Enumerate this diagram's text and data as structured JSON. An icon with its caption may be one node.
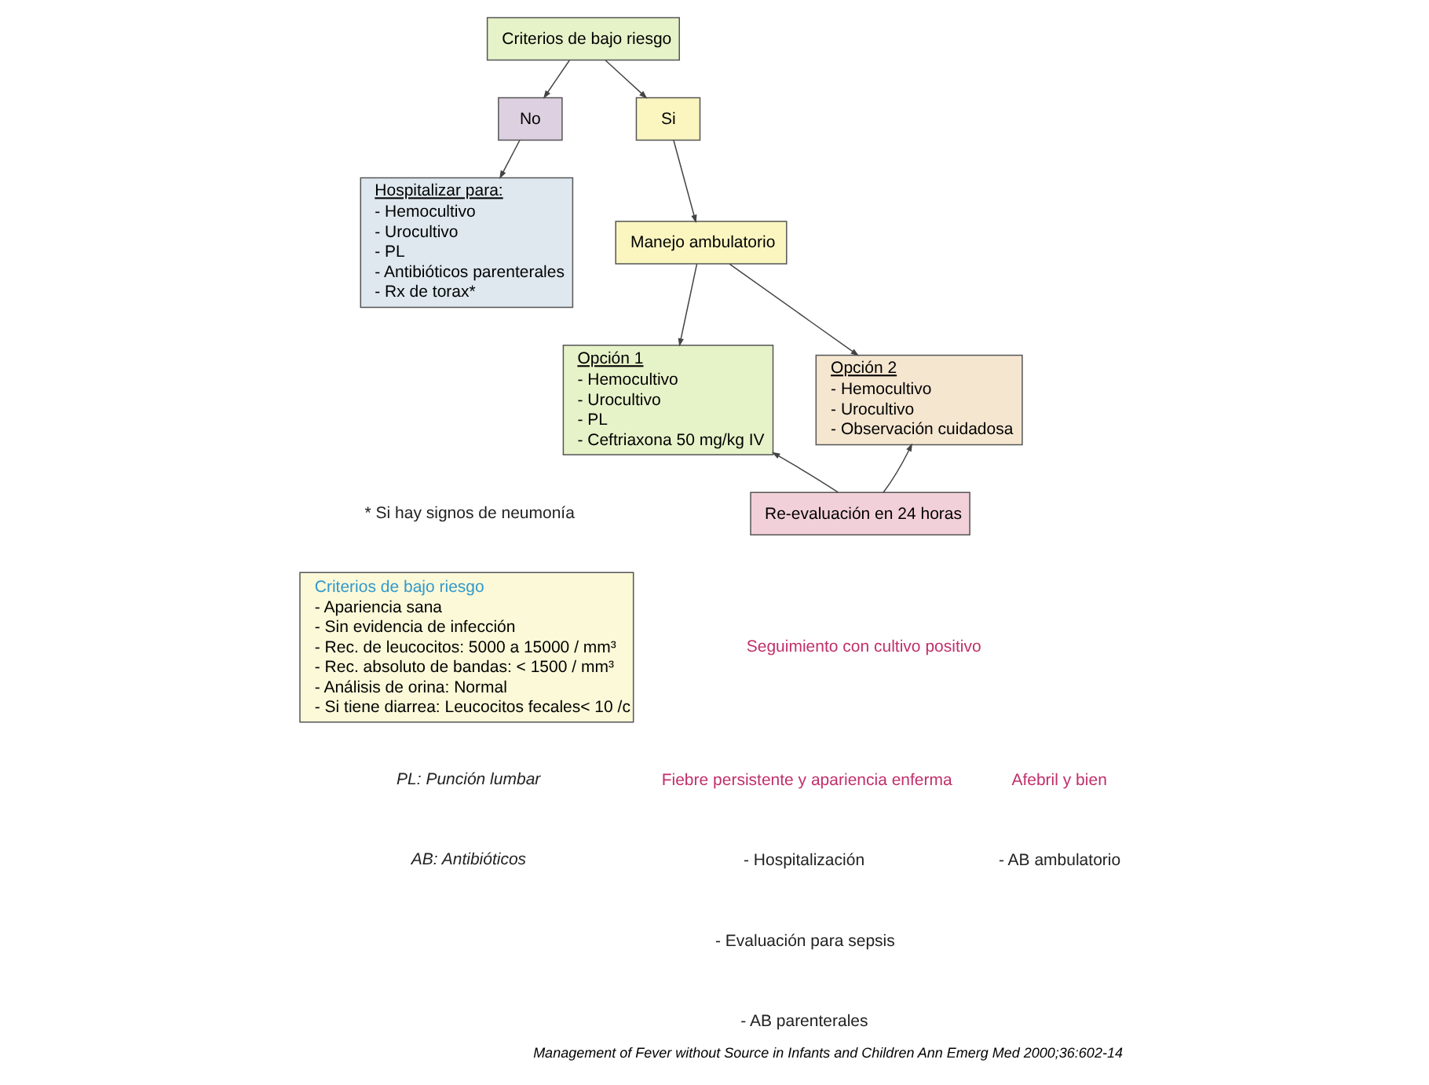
{
  "diagram": {
    "caption": "Management of Fever without Source in Infants and Children Ann Emerg Med 2000;36:602-14",
    "nodes": [
      {
        "text": [
          "Criterios de bajo riesgo"
        ]
      },
      {
        "text": [
          "No"
        ]
      },
      {
        "text": [
          "Si"
        ]
      },
      {
        "text": [
          "Hospitalizar para:",
          "- Hemocultivo",
          "- Urocultivo",
          "- PL",
          "- Antibióticos parenterales",
          "- Rx de torax*"
        ]
      },
      {
        "text": [
          "Manejo ambulatorio"
        ]
      },
      {
        "text": [
          "Opción 1",
          "- Hemocultivo",
          "- Urocultivo",
          "- PL",
          "- Ceftriaxona 50 mg/kg IV"
        ]
      },
      {
        "text": [
          "Opción 2",
          "- Hemocultivo",
          "- Urocultivo",
          "- Observación cuidadosa"
        ]
      },
      {
        "text": [
          "Re-evaluación en 24 horas"
        ]
      },
      {
        "text": [
          "Criterios de bajo riesgo",
          "- Apariencia sana",
          "- Sin evidencia de infección",
          "- Rec. de leucocitos: 5000 a 15000 / mm³",
          "- Rec. absoluto de bandas: < 1500 / mm³",
          "- Análisis de orina: Normal",
          "- Si tiene diarrea: Leucocitos fecales< 10 /c"
        ]
      }
    ],
    "edges": [
      {
        "from": 0,
        "to": 1,
        "arrow": "to"
      },
      {
        "from": 0,
        "to": 2,
        "arrow": "to"
      },
      {
        "from": 1,
        "to": 3,
        "arrow": "to"
      },
      {
        "from": 2,
        "to": 4,
        "arrow": "to"
      },
      {
        "from": 4,
        "to": 5,
        "arrow": "to"
      },
      {
        "from": 4,
        "to": 6,
        "arrow": "to"
      },
      {
        "from": 7,
        "to": 5,
        "arrow": "to"
      },
      {
        "from": 7,
        "to": 6,
        "arrow": "to"
      }
    ],
    "labels": [
      "* Si hay signos de neumonía",
      "Seguimiento con cultivo positivo",
      "Fiebre persistente y apariencia enferma",
      "Afebril y bien",
      "- AB ambulatorio",
      "- Hospitalización",
      "- Evaluación para sepsis",
      "- AB parenterales",
      "PL: Punción lumbar",
      "AB: Antibióticos"
    ]
  }
}
